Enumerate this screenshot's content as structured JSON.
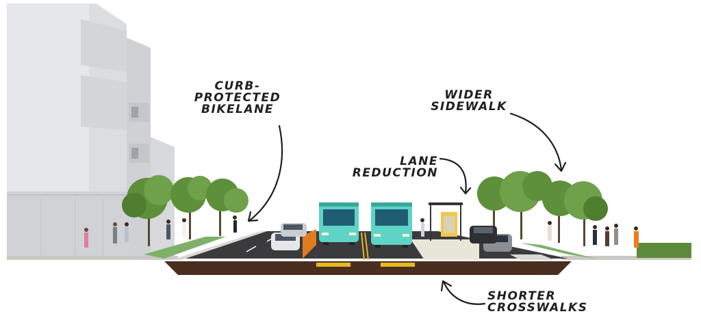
{
  "annotations": {
    "curb_bikelane": [
      "CURB-",
      "PROTECTED",
      "BIKELANE"
    ],
    "wider_sidewalk": [
      "WIDER",
      "SIDEWALK"
    ],
    "lane_reduction": [
      "LANE",
      "REDUCTION"
    ],
    "shorter_crosswalks": [
      "SHORTER",
      "CROSSWALKS"
    ]
  },
  "colors": {
    "building": "#e3e4e7",
    "asphalt": "#3b3b3d",
    "soil": "#4a2e20",
    "grass": "#7fb06a",
    "bus": "#5fd3c6",
    "tree": "#5e8f3a",
    "lane_marking": "#e8b820"
  }
}
